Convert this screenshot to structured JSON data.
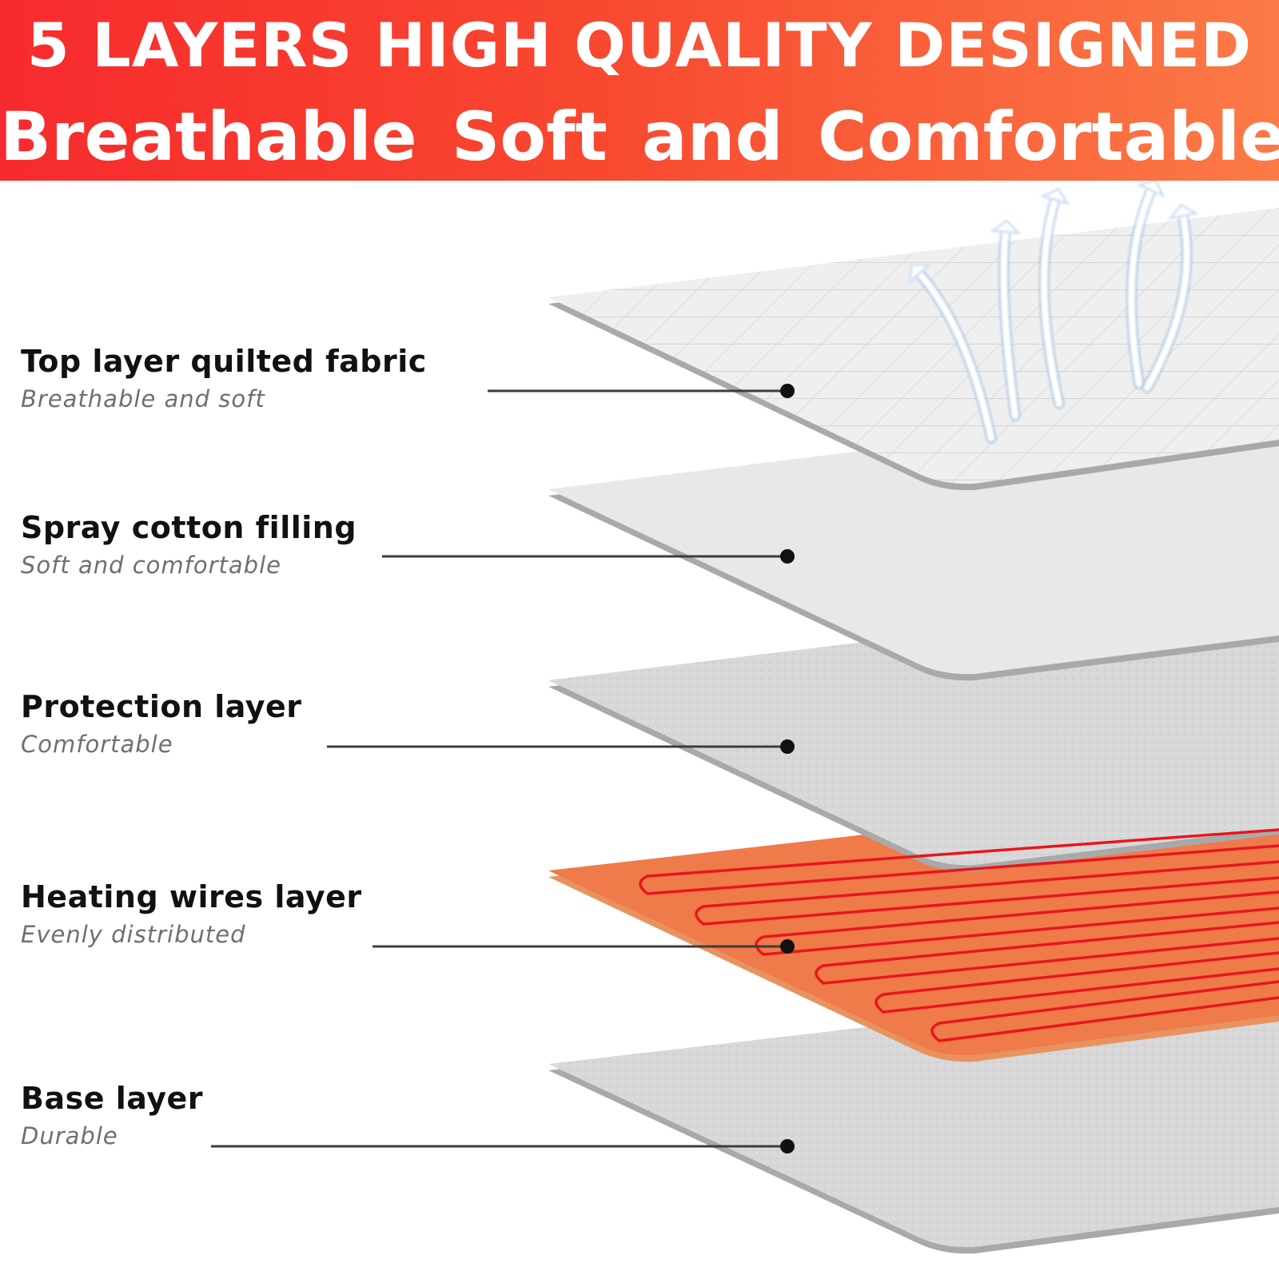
{
  "header": {
    "line1": "5 LAYERS HIGH QUALITY DESIGNED",
    "line2": "Breathable  Soft  and  Comfortable",
    "gradient_start": "#f72a2e",
    "gradient_end": "#fb7a46"
  },
  "layers": [
    {
      "title": "Top layer quilted fabric",
      "subtitle": "Breathable and soft",
      "color": "#eeeeee",
      "texture": "quilted"
    },
    {
      "title": "Spray cotton filling",
      "subtitle": "Soft and comfortable",
      "color": "#e8e8e8",
      "texture": "plain"
    },
    {
      "title": "Protection layer",
      "subtitle": "Comfortable",
      "color": "#d9d9d9",
      "texture": "speckled"
    },
    {
      "title": "Heating wires layer",
      "subtitle": "Evenly distributed",
      "color": "#ef7a4a",
      "texture": "heating-wires"
    },
    {
      "title": "Base layer",
      "subtitle": "Durable",
      "color": "#d6d6d6",
      "texture": "speckled"
    }
  ],
  "colors": {
    "wire": "#e8161c",
    "edge": "#a9a9a9",
    "airflow": "#cfe3f6"
  },
  "icons": [
    "airflow-arrow-icon"
  ]
}
